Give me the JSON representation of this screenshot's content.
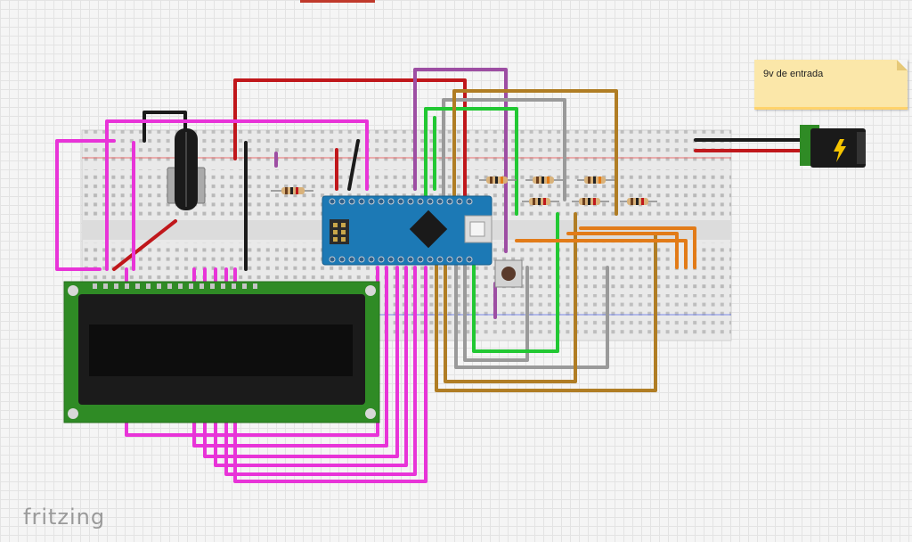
{
  "note": {
    "text": "9v de entrada"
  },
  "watermark": {
    "text": "fritzing"
  },
  "components": {
    "lcd": "lcd-16x2",
    "microcontroller": "arduino-nano",
    "potentiometer": "potentiometer",
    "power_jack": "dc-barrel-jack",
    "push_button": "push-button",
    "breadboard": "full-breadboard"
  },
  "wire_colors": {
    "power": "#c0171b",
    "ground": "#1a1a1a",
    "lcd_bus": "#e834d8",
    "signal_green": "#22c833",
    "signal_gray": "#9a9a9a",
    "signal_gold": "#b07d24",
    "signal_orange": "#e27b18",
    "signal_purple": "#9d4ea3"
  },
  "colors": {
    "nano_board": "#1c79b5",
    "lcd_pcb": "#2f8b25",
    "note_background": "#fbe7a9"
  }
}
